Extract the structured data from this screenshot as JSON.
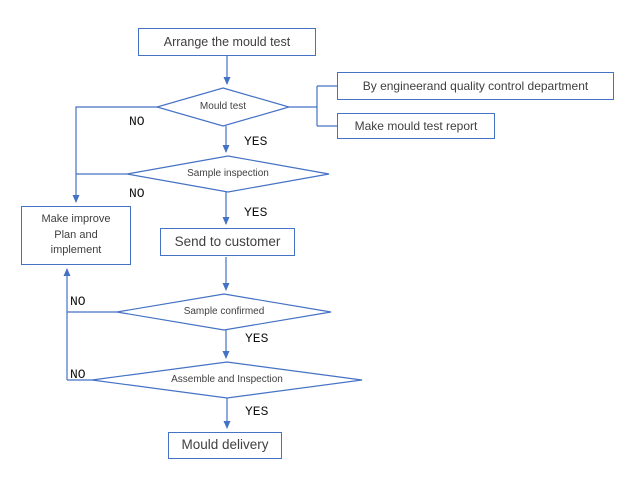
{
  "colors": {
    "line": "#4472C4",
    "node_border": "#4472C4",
    "node_text": "#404040",
    "edge_label_text": "#111111",
    "background": "#FFFFFF"
  },
  "nodes": {
    "arrange": {
      "label": "Arrange the mould test"
    },
    "mould_test": {
      "label": "Mould test"
    },
    "by_engineer": {
      "label": "By engineerand quality control department"
    },
    "test_report": {
      "label": "Make mould test report"
    },
    "sample_inspection": {
      "label": "Sample inspection"
    },
    "make_improve": {
      "line1": "Make improve",
      "line2": "Plan and",
      "line3": "implement"
    },
    "send_customer": {
      "label": "Send to customer"
    },
    "sample_confirmed": {
      "label": "Sample confirmed"
    },
    "assemble": {
      "label": "Assemble and Inspection"
    },
    "delivery": {
      "label": "Mould delivery"
    }
  },
  "edge_labels": {
    "yes": "YES",
    "no": "NO"
  }
}
